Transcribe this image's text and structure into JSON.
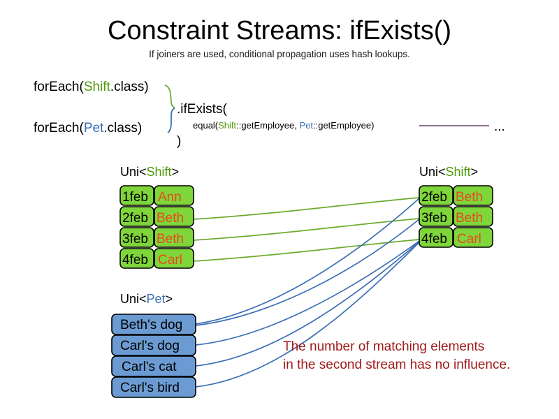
{
  "header": {
    "title": "Constraint Streams: ifExists()",
    "subtitle": "If joiners are used, conditional propagation uses hash lookups."
  },
  "code": {
    "line1_prefix": "forEach(",
    "line1_type": "Shift",
    "line1_suffix": ".class)",
    "line2_prefix": "forEach(",
    "line2_type": "Pet",
    "line2_suffix": ".class)",
    "method": ".ifExists(",
    "joiner_prefix": "equal(",
    "joiner_type_a": "Shift",
    "joiner_mid": "::getEmployee, ",
    "joiner_type_b": "Pet",
    "joiner_suffix": "::getEmployee)",
    "close_paren": ")",
    "ellipsis": "..."
  },
  "streams": {
    "left_shift": {
      "label_prefix": "Uni<",
      "label_type": "Shift",
      "label_suffix": ">",
      "rows": [
        {
          "date": "1feb",
          "name": "Ann"
        },
        {
          "date": "2feb",
          "name": "Beth"
        },
        {
          "date": "3feb",
          "name": "Beth"
        },
        {
          "date": "4feb",
          "name": "Carl"
        }
      ]
    },
    "right_shift": {
      "label_prefix": "Uni<",
      "label_type": "Shift",
      "label_suffix": ">",
      "rows": [
        {
          "date": "2feb",
          "name": "Beth"
        },
        {
          "date": "3feb",
          "name": "Beth"
        },
        {
          "date": "4feb",
          "name": "Carl"
        }
      ]
    },
    "pets": {
      "label_prefix": "Uni<",
      "label_type": "Pet",
      "label_suffix": ">",
      "rows": [
        {
          "name": "Beth's dog"
        },
        {
          "name": "Carl's dog"
        },
        {
          "name": "Carl's cat"
        },
        {
          "name": "Carl's bird"
        }
      ]
    }
  },
  "note": {
    "line1": "The number of matching elements",
    "line2": "in the second stream has no influence."
  },
  "colors": {
    "shift_green": "#4E9A06",
    "pet_blue": "#3A6FB5",
    "box_green_fill": "#7FD63A",
    "box_blue_fill": "#6B9BD2",
    "name_orange": "#E8491E",
    "note_red": "#A01B1B",
    "link_green": "#6BAB2E",
    "link_blue": "#3A6FB5",
    "rule_purple": "#7B5C7B"
  }
}
